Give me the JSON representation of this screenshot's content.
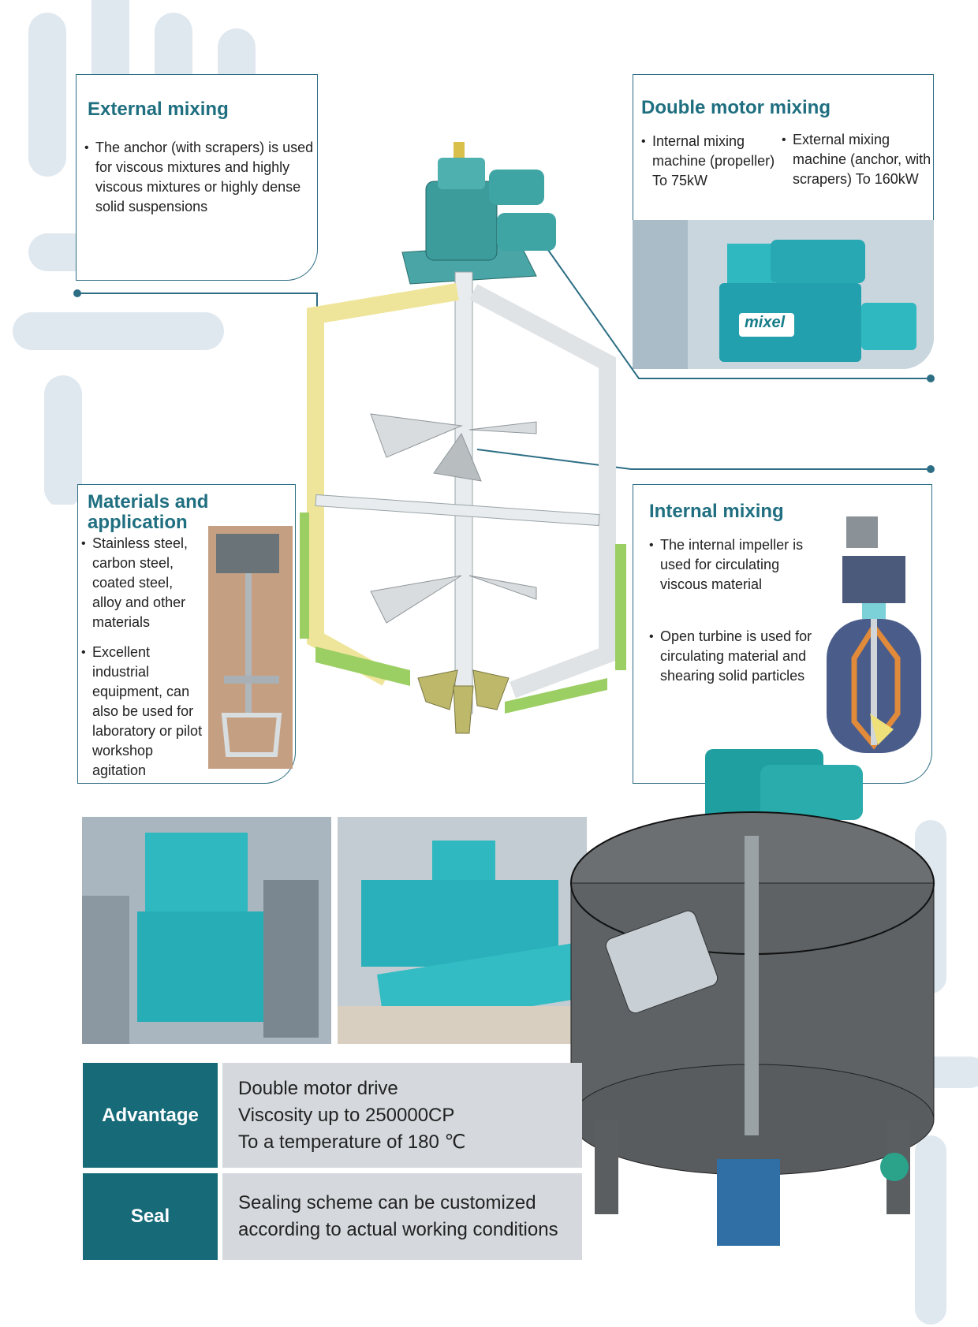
{
  "external_mixing": {
    "title": "External mixing",
    "bullets": [
      "The anchor (with scrapers) is used for viscous mixtures and highly viscous mixtures or highly dense solid suspensions"
    ]
  },
  "double_motor_mixing": {
    "title": "Double motor mixing",
    "col1": "Internal mixing machine (propeller) To 75kW",
    "col2": "External mixing machine (anchor, with scrapers) To 160kW",
    "photo_brand": "mixel"
  },
  "materials": {
    "title_line1": "Materials and",
    "title_line2": "application",
    "bullets": [
      "Stainless steel, carbon steel, coated steel, alloy and other materials",
      "Excellent industrial equipment, can also be used for laboratory or pilot workshop agitation"
    ]
  },
  "internal_mixing": {
    "title": "Internal mixing",
    "bullets": [
      "The internal impeller is used for circulating viscous material",
      "Open turbine is used for circulating material and shearing solid particles"
    ]
  },
  "table": {
    "rows": [
      {
        "label": "Advantage",
        "lines": [
          "Double motor drive",
          "Viscosity up to 250000CP",
          "To a temperature of 180 ℃"
        ]
      },
      {
        "label": "Seal",
        "lines": [
          "Sealing scheme can be customized",
          "according to actual working conditions"
        ]
      }
    ]
  },
  "colors": {
    "accent": "#1f6f80",
    "table_label": "#176b79",
    "table_value": "#d5d9dd",
    "teal_equipment": "#2fb8c0"
  },
  "icons": [
    "pipe-graphic-icon",
    "mixer-photo-icon",
    "tank-3d-icon"
  ]
}
